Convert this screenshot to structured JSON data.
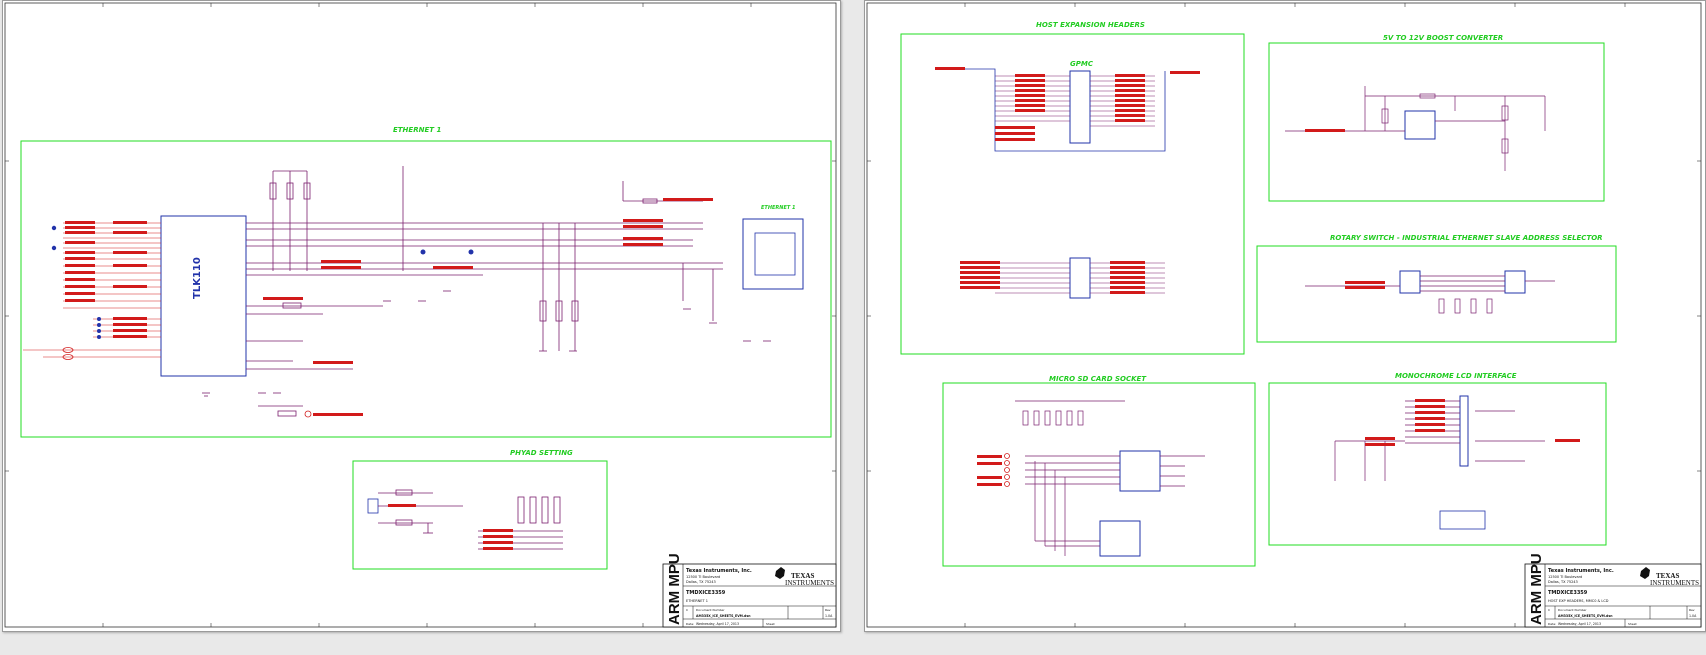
{
  "sheets": [
    {
      "id": "sheet-1",
      "blocks": {
        "ethernet": "ETHERNET 1",
        "phyad": "PHYAD SETTING",
        "ethernet_connector": "ETHERNET 1"
      },
      "ic_name": "TLK110",
      "title_block": {
        "arm_label": "ARM MPU",
        "company": "Texas Instruments, Inc.",
        "address1": "12500 TI Boulevard",
        "address2": "Dallas, TX 75243",
        "brand_top": "TEXAS",
        "brand_bottom": "INSTRUMENTS",
        "board": "TMDXICE3359",
        "page_title": "ETHERNET 1",
        "size": "C",
        "doc_number_label": "Document Number",
        "doc_number": "AM335X_ICE_SHEETS_EVM.dsn",
        "rev_label": "Rev",
        "rev": "1.0A",
        "date_label": "Date:",
        "date": "Wednesday, April 17, 2013",
        "sheet_label": "Sheet"
      }
    },
    {
      "id": "sheet-2",
      "blocks": {
        "host_headers": "HOST EXPANSION HEADERS",
        "gpmc": "GPMC",
        "boost": "5V TO 12V BOOST CONVERTER",
        "rotary": "ROTARY SWITCH - INDUSTRIAL ETHERNET SLAVE ADDRESS SELECTOR",
        "microsd": "MICRO SD CARD SOCKET",
        "lcd": "MONOCHROME LCD INTERFACE"
      },
      "title_block": {
        "arm_label": "ARM MPU",
        "company": "Texas Instruments, Inc.",
        "address1": "12500 TI Boulevard",
        "address2": "Dallas, TX 75243",
        "brand_top": "TEXAS",
        "brand_bottom": "INSTRUMENTS",
        "board": "TMDXICE3359",
        "page_title": "HOST EXP HEADERS, MMC0 & LCD",
        "size": "C",
        "doc_number_label": "Document Number",
        "doc_number": "AM335X_ICE_SHEETS_EVM.dsn",
        "rev_label": "Rev",
        "rev": "1.0A",
        "date_label": "Date:",
        "date": "Wednesday, April 17, 2013",
        "sheet_label": "Sheet"
      }
    }
  ],
  "colors": {
    "block_border": "#22dd22",
    "net_red": "#d21a1a",
    "part_blue": "#2233aa",
    "wire_purple": "#7a1f6e"
  }
}
